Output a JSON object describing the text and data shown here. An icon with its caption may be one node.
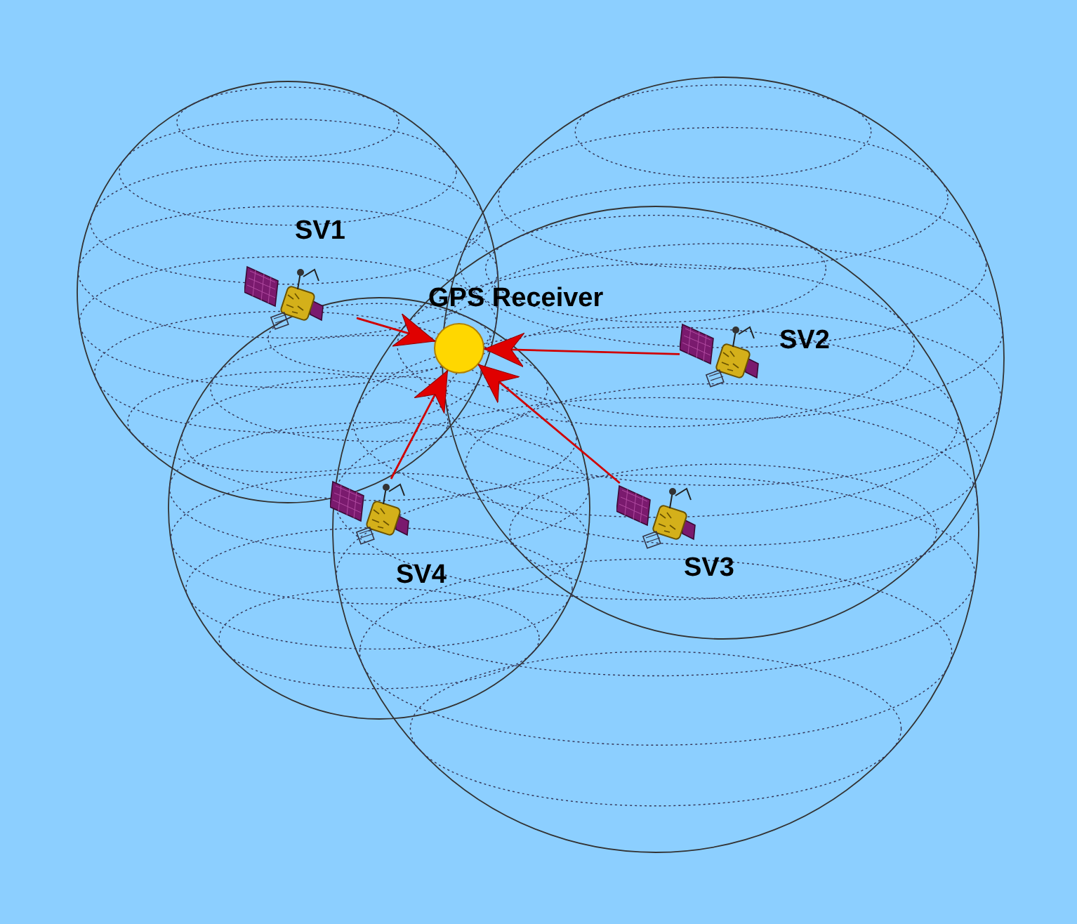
{
  "diagram": {
    "nodes": [
      {
        "text": [
          "SV1"
        ]
      },
      {
        "text": [
          "GPS Receiver"
        ]
      },
      {
        "text": [
          "SV2"
        ]
      },
      {
        "text": [
          "SV3"
        ]
      },
      {
        "text": [
          "SV4"
        ]
      }
    ],
    "edges": [
      {
        "from": 0,
        "to": 1,
        "arrow": "to"
      },
      {
        "from": 2,
        "to": 1,
        "arrow": "to"
      },
      {
        "from": 3,
        "to": 1,
        "arrow": "to"
      },
      {
        "from": 4,
        "to": 1,
        "arrow": "to"
      }
    ]
  }
}
